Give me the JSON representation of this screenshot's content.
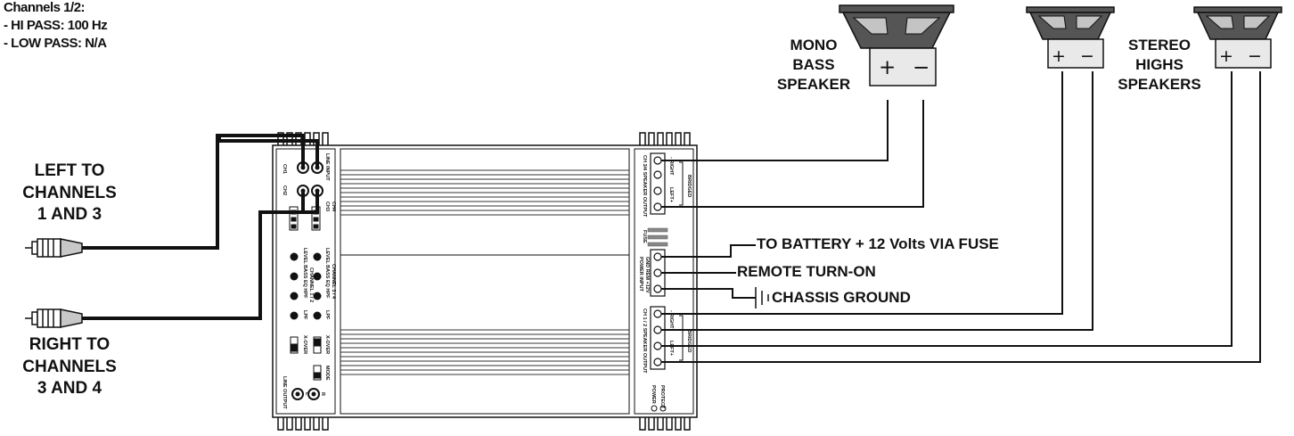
{
  "notes": {
    "heading": "Channels 1/2:",
    "line1": "- HI PASS: 100 Hz",
    "line2": "- LOW PASS: N/A"
  },
  "inputs": {
    "left": [
      "LEFT TO",
      "CHANNELS",
      "1 AND 3"
    ],
    "right": [
      "RIGHT TO",
      "CHANNELS",
      "3 AND 4"
    ]
  },
  "speakers": {
    "mono": [
      "MONO",
      "BASS",
      "SPEAKER"
    ],
    "stereo": [
      "STEREO",
      "HIGHS",
      "SPEAKERS"
    ],
    "plus": "+",
    "minus": "−"
  },
  "power": {
    "battery": "TO BATTERY + 12 Volts VIA FUSE",
    "remote": "REMOTE TURN-ON",
    "ground": "CHASSIS GROUND"
  },
  "amp_panel": {
    "line_input": "LINE INPUT",
    "ch34_speaker_output": "CH 3/4 SPEAKER OUTPUT",
    "ch12_speaker_output": "CH 1 / 2 SPEAKER OUTPUT",
    "power_input": "POWER INPUT",
    "power_terms": "GND REM +12V",
    "fuse": "FUSE",
    "bridged": "BRIDGED",
    "right_term": "- RIGHT",
    "left_term": "LEFT+",
    "level_bass": "LEVEL BASS EQ HPF",
    "channel_34": "CHANNEL 3 / 4",
    "channel_12": "CHANNEL 1 / 2",
    "lpf": "LPF",
    "xover": "X-OVER",
    "mode": "MODE",
    "line_output": "LINE OUTPUT",
    "power_led": "POWER",
    "protect_led": "PROTECT",
    "ch1": "CH1",
    "ch2": "CH2",
    "ch3": "CH3",
    "ch4": "CH4",
    "l": "L",
    "r": "R"
  },
  "colors": {
    "line": "#111111",
    "terminal_box": "#e9e9e9",
    "cone_dark": "#555555",
    "cone_light": "#c4c4c4"
  }
}
